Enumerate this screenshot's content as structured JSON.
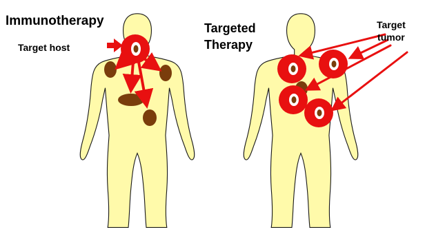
{
  "panels": {
    "immunotherapy": {
      "title": "Immunotherapy",
      "arrow_label": "Target host"
    },
    "targeted": {
      "title_line1": "Targeted",
      "title_line2": "Therapy",
      "arrow_label_line1": "Target",
      "arrow_label_line2": "tumor"
    }
  },
  "colors": {
    "body_fill": "#FFFAAA",
    "body_outline": "#1a1a1a",
    "tumor": "#7A3D0C",
    "target_red": "#E81010",
    "arrow_red": "#E81010"
  },
  "icons": {
    "target": "bullseye-target-icon",
    "tumor": "tumor-blob-icon",
    "body": "human-body-silhouette"
  }
}
